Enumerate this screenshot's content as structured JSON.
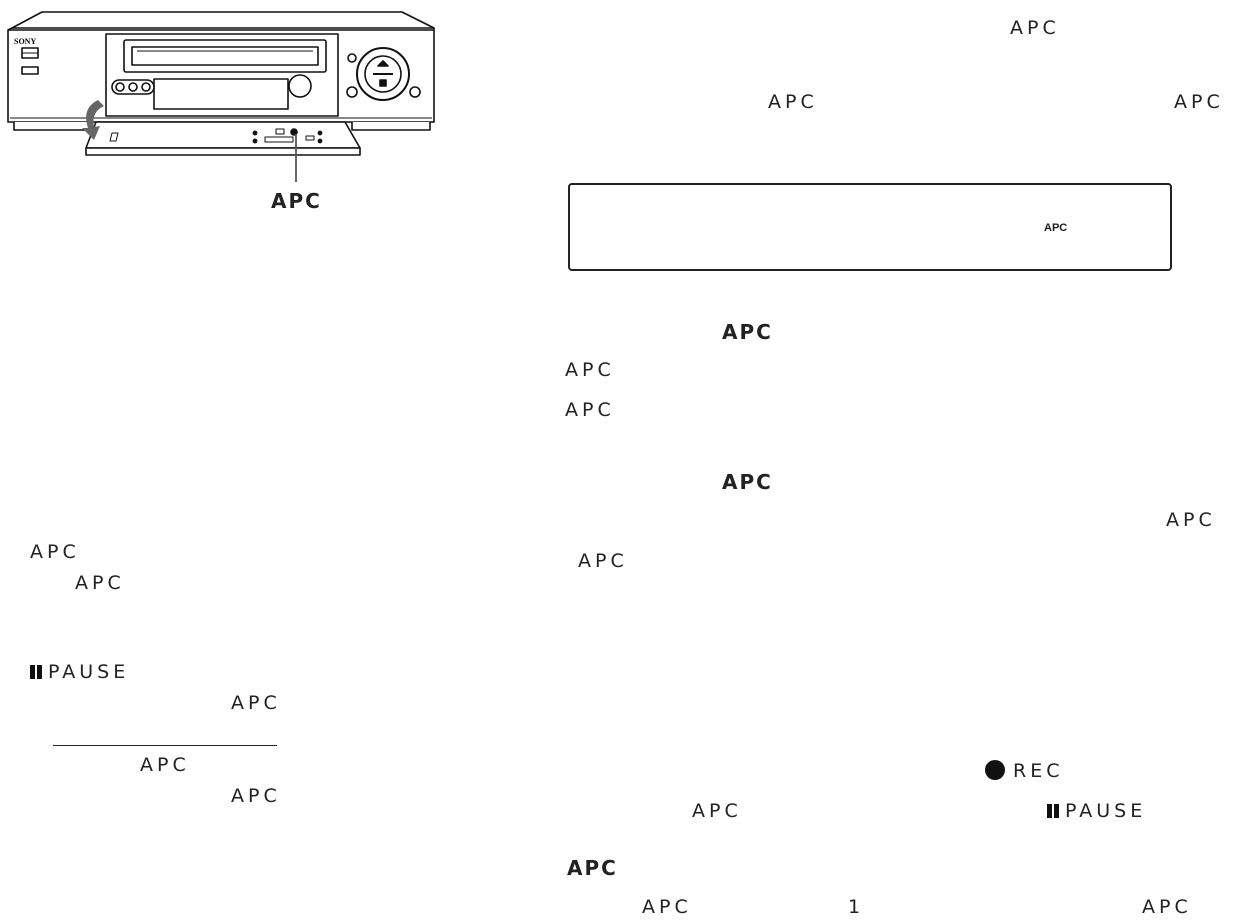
{
  "figure": {
    "brand_label": "SONY",
    "callout_label": "APC"
  },
  "right": {
    "top_line": "APC",
    "line2_left": "APC",
    "line2_right": "APC",
    "notice_box_label": "APC",
    "section1_heading": "APC",
    "section1_line1": "APC",
    "section1_line2": "APC",
    "section2_heading": "APC",
    "section2_line1_right": "APC",
    "section2_line2": "APC",
    "rec_label": "REC",
    "apc_mid": "APC",
    "pause_label": "PAUSE",
    "section3_heading": "APC",
    "bottom_left": "APC",
    "bottom_number": "1",
    "bottom_right": "APC"
  },
  "left": {
    "apc_a": "APC",
    "apc_b": "APC",
    "pause_label": "PAUSE",
    "apc_c": "APC",
    "apc_d": "APC",
    "apc_e": "APC"
  },
  "colors": {
    "ink": "#1a1a1a",
    "callout_line": "#555555"
  },
  "icons": {
    "pause": "pause-icon",
    "record": "record-dot-icon",
    "eject_arrow": "arrow-down-icon"
  }
}
